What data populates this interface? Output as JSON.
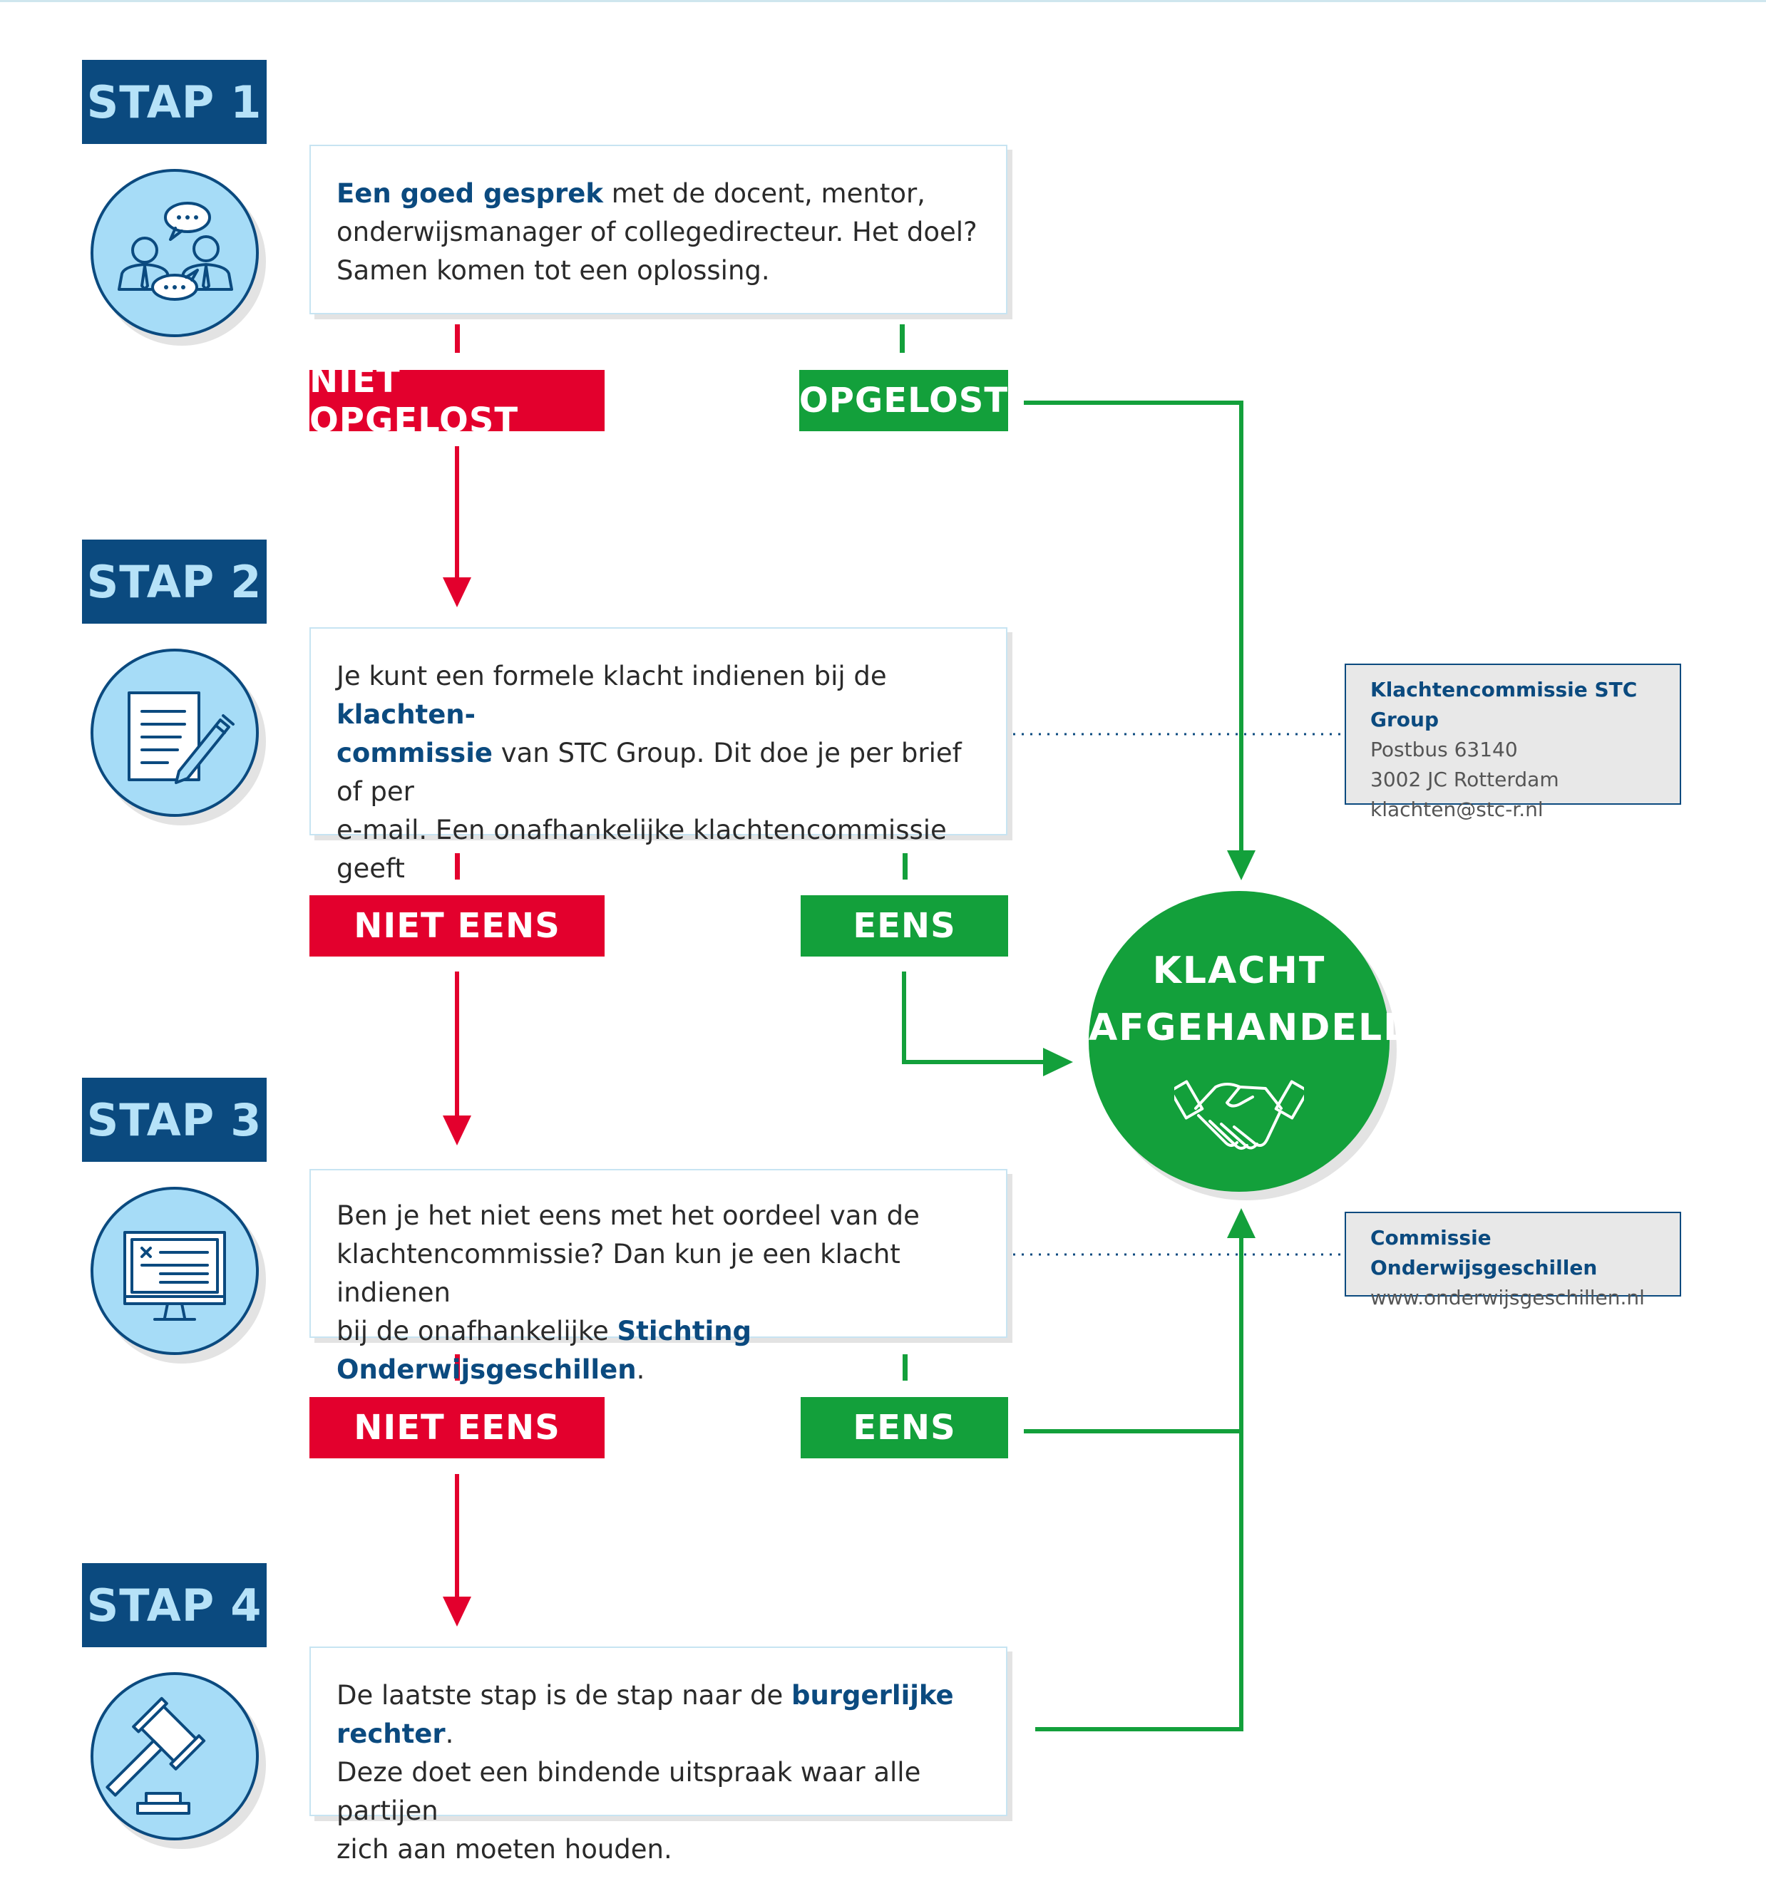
{
  "steps": [
    {
      "label": "STAP",
      "number": "1",
      "icon": "conversation-icon",
      "text": [
        {
          "t": "Een goed gesprek",
          "hl": true
        },
        {
          "t": " met de docent, mentor,\nonderwijsmanager of collegedirecteur. Het doel?\nSamen komen tot een oplossing.",
          "hl": false
        }
      ]
    },
    {
      "label": "STAP",
      "number": "2",
      "icon": "document-pen-icon",
      "text": [
        {
          "t": "Je kunt een formele klacht indienen bij de ",
          "hl": false
        },
        {
          "t": "klachten-\ncommissie",
          "hl": true
        },
        {
          "t": " van STC Group. Dit doe je per brief of per\ne-mail. Een onafhankelijke klachtencommissie geeft\nhaar oordeel.",
          "hl": false
        }
      ]
    },
    {
      "label": "STAP",
      "number": "3",
      "icon": "computer-screen-icon",
      "text": [
        {
          "t": "Ben je het niet eens met het oordeel van de\nklachtencommissie? Dan kun je een klacht indienen\nbij de onafhankelijke ",
          "hl": false
        },
        {
          "t": "Stichting Onderwijsgeschillen",
          "hl": true
        },
        {
          "t": ".",
          "hl": false
        }
      ]
    },
    {
      "label": "STAP",
      "number": "4",
      "icon": "gavel-icon",
      "text": [
        {
          "t": "De laatste stap is de stap naar de ",
          "hl": false
        },
        {
          "t": "burgerlijke rechter",
          "hl": true
        },
        {
          "t": ".\nDeze doet een bindende uitspraak waar alle partijen\nzich aan moeten houden.",
          "hl": false
        }
      ]
    }
  ],
  "outcomes": [
    {
      "negative": "NIET OPGELOST",
      "positive": "OPGELOST"
    },
    {
      "negative": "NIET EENS",
      "positive": "EENS"
    },
    {
      "negative": "NIET EENS",
      "positive": "EENS"
    }
  ],
  "info_boxes": [
    {
      "title": "Klachtencommissie STC Group",
      "lines": [
        "Postbus 63140",
        "3002 JC Rotterdam",
        "klachten@stc-r.nl"
      ]
    },
    {
      "title": "Commissie Onderwijsgeschillen",
      "lines": [
        "www.onderwijsgeschillen.nl"
      ]
    }
  ],
  "result": {
    "line1": "KLACHT",
    "line2": "AFGEHANDELD",
    "icon": "handshake-icon"
  },
  "colors": {
    "navy": "#0b4a7f",
    "light_blue": "#a6dcf7",
    "red": "#e3002d",
    "green": "#13a03b",
    "info_bg": "#e8e8e8"
  }
}
